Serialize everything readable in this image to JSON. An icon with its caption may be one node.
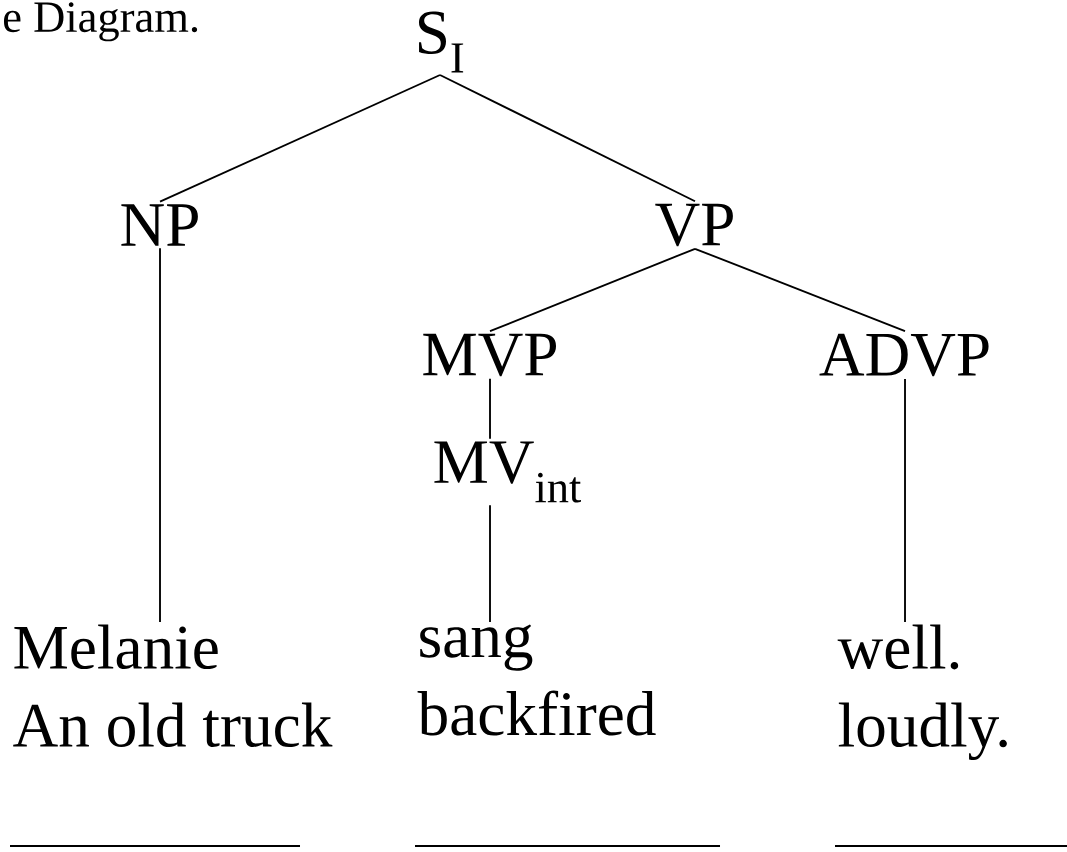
{
  "diagram": {
    "title": "e Diagram.",
    "nodes": [
      {
        "text": [
          "S$_{I}$"
        ]
      },
      {
        "text": [
          "NP"
        ]
      },
      {
        "text": [
          "VP"
        ]
      },
      {
        "text": [
          "MVP"
        ]
      },
      {
        "text": [
          "ADVP"
        ]
      },
      {
        "text": [
          "MV$_{int}$"
        ]
      },
      {
        "text": [
          "Melanie",
          "An old truck"
        ]
      },
      {
        "text": [
          "sang",
          "backfired"
        ]
      },
      {
        "text": [
          "well.",
          "loudly."
        ]
      }
    ],
    "edges": [
      {
        "from": 0,
        "to": 1,
        "arrow": "none"
      },
      {
        "from": 0,
        "to": 2,
        "arrow": "none"
      },
      {
        "from": 2,
        "to": 3,
        "arrow": "none"
      },
      {
        "from": 2,
        "to": 4,
        "arrow": "none"
      },
      {
        "from": 3,
        "to": 5,
        "arrow": "none"
      },
      {
        "from": 1,
        "to": 6,
        "arrow": "none"
      },
      {
        "from": 5,
        "to": 7,
        "arrow": "none"
      },
      {
        "from": 4,
        "to": 8,
        "arrow": "none"
      }
    ]
  }
}
